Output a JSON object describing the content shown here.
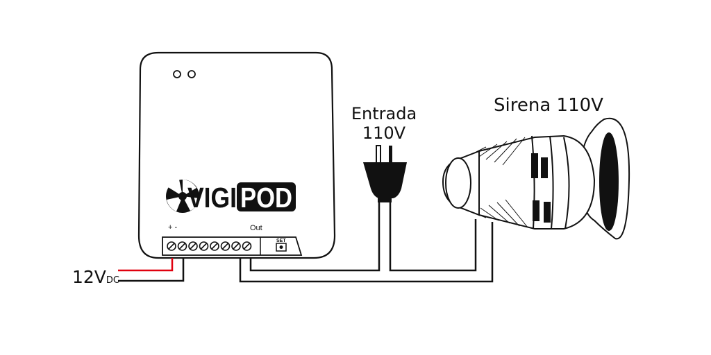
{
  "colors": {
    "positive_wire": "#e0000f",
    "wire": "#111111",
    "outline": "#111111",
    "background": "#ffffff"
  },
  "device": {
    "brand_left": "VIGI",
    "brand_right": "POD",
    "terminal_polarity_label": "+ -",
    "out_label": "Out",
    "set_label": "SET",
    "terminal_count": 8
  },
  "power_supply": {
    "label_main": "12V",
    "label_sub": "DC"
  },
  "plug": {
    "label_line1": "Entrada",
    "label_line2": "110V",
    "icon": "plug-icon"
  },
  "siren": {
    "label": "Sirena 110V",
    "icon": "siren-icon"
  }
}
